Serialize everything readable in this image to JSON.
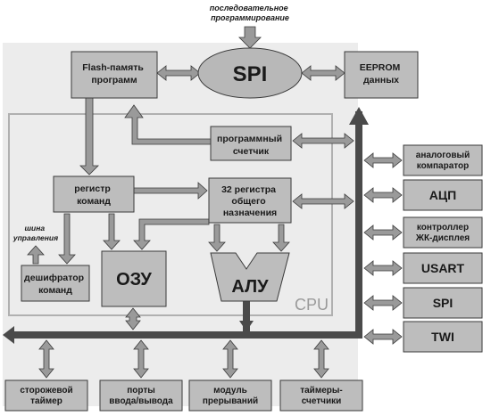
{
  "top_note": [
    "последовательное",
    "программирование"
  ],
  "blocks": {
    "flash": [
      "Flash-память",
      "программ"
    ],
    "spi_bus": [
      "SPI"
    ],
    "eeprom": [
      "EEPROM",
      "данных"
    ],
    "prog_counter": [
      "программный",
      "счетчик"
    ],
    "instr_reg": [
      "регистр",
      "команд"
    ],
    "gp_regs": [
      "32 регистра",
      "общего",
      "назначения"
    ],
    "ctrl_bus": [
      "шина",
      "управления"
    ],
    "decoder": [
      "дешифратор",
      "команд"
    ],
    "ram": [
      "ОЗУ"
    ],
    "alu": [
      "АЛУ"
    ],
    "cpu": [
      "CPU"
    ]
  },
  "peripherals_right": [
    [
      "аналоговый",
      "компаратор"
    ],
    [
      "АЦП"
    ],
    [
      "контроллер",
      "ЖК-дисплея"
    ],
    [
      "USART"
    ],
    [
      "SPI"
    ],
    [
      "TWI"
    ]
  ],
  "peripherals_bottom": [
    [
      "сторожевой",
      "таймер"
    ],
    [
      "порты",
      "ввода/вывода"
    ],
    [
      "модуль",
      "прерываний"
    ],
    [
      "таймеры-",
      "счетчики"
    ]
  ],
  "colors": {
    "box_fill": "#bdbdbd",
    "box_stroke": "#3a3a3a",
    "arrow_fill": "#9a9a9a",
    "bus_fill": "#4a4a4a",
    "cpu_frame": "#b0b0b0",
    "panel": "#e8e8e8"
  }
}
